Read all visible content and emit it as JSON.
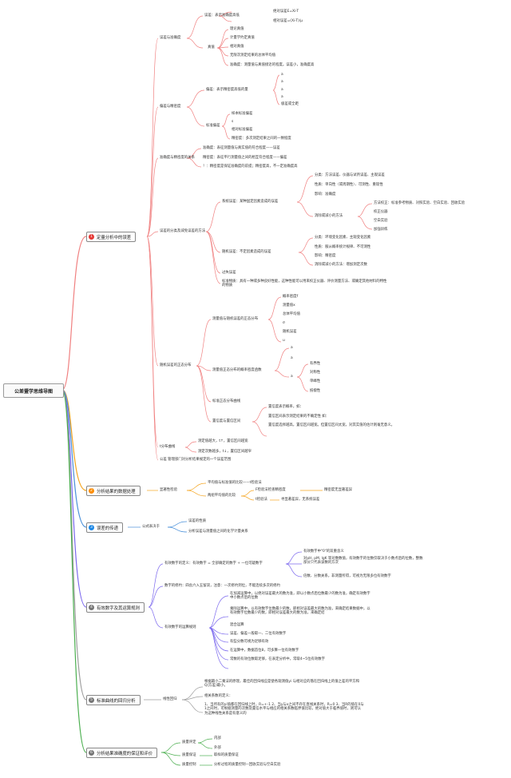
{
  "root": "公差暨学思维导图",
  "branches": [
    {
      "num": "1",
      "label": "定量分析中的误差",
      "color": "#e53935"
    },
    {
      "num": "2",
      "label": "分析结果的数据处理",
      "color": "#fb8c00"
    },
    {
      "num": "3",
      "label": "误差的传递",
      "color": "#1e88e5"
    },
    {
      "num": "4",
      "label": "有效数字及其运算规则",
      "color": "#757575"
    },
    {
      "num": "5",
      "label": "标准曲线的回归分析",
      "color": "#757575"
    },
    {
      "num": "6",
      "label": "分析结果准确度的保证和评价",
      "color": "#757575"
    }
  ],
  "colors": {
    "c1": "#f08080",
    "c2": "#f5a623",
    "c3": "#4a90d9",
    "c4": "#7b68ee",
    "c5": "#9e9e9e",
    "c6": "#4caf50",
    "grey": "#bdbdbd"
  },
  "s1": {
    "a": "误差与准确度",
    "a1": "误差：表示准确度高低",
    "a1a": "绝对误差E=Xi-T",
    "a1b": "相对误差=(Xi-T)/μ",
    "a2": "真值",
    "a2a": "理论真值",
    "a2b": "计量学约定真值",
    "a2c": "相对真值",
    "a2d": "无限次测定结果的总体平均值",
    "a2e": "准确度：测量值与真值接近的程度。误差小，准确度高",
    "b": "偏差与精密度",
    "b1": "偏差：表示精密度高低的量",
    "b2": "标准偏差",
    "b1a": "a",
    "b1b": "a",
    "b1c": "a",
    "b1d": "a",
    "b1e": "极差或全距",
    "b2a": "样本标准偏差",
    "b2b": "s",
    "b2c": "相对标准偏差",
    "b2d": "精密度：多次测定结果之间的一致程度",
    "c": "准确度与精密度的关系",
    "c1": "准确度：表征测量值与真实值的符合程度——误差",
    "c2": "精密度：表征平行测量值之间的相互符合程度——偏差",
    "c3": "！：精密度是保证准确度的前提；精密度高，不一定准确度高",
    "d": "误差的分类及减免误差的方法",
    "d1": "系统误差：某种固定因素造成的误差",
    "d1a": "分类：方法误差、仪器与试剂误差、主观误差",
    "d1b": "性质：单向性（或周期性）、可测性、重现性",
    "d1c": "影响：准确度",
    "d1d": "消除或减小的方法",
    "d1d1": "方法校正：标准参考物质、对照实验、空白实验、回收实验",
    "d1d2": "校正仪器",
    "d1d3": "空白实验",
    "d1d4": "加强训练",
    "d2": "随机误差：不定因素造成的误差",
    "d2a": "分类：环境变化因素、主观变化因素",
    "d2b": "性质：服从概率统计规律、不可测性",
    "d2c": "影响：精密度",
    "d2d": "消除或减小的方法：增加测定次数",
    "d3": "过失误差",
    "d4": "标准物质：具有一种或多种良好性能，这种性能可以用来校正仪器、评价测量方法、或确定其他材料的特性的物质",
    "e": "随机误差的正态分布",
    "e1": "测量值与随机误差的正态分布",
    "e1a": "概率密度f",
    "e1b": "测量值x",
    "e1c": "总体平均值",
    "e1d": "σ",
    "e1e": "随机误差",
    "e1f": "u",
    "e2": "测量值正态分布的概率密度函数",
    "e2a": "a",
    "e2b": "a",
    "e2c": "a",
    "e2c1": "有界性",
    "e2c2": "对称性",
    "e2c3": "单峰性",
    "e2c4": "抵偿性",
    "e3": "标准正态分布曲线",
    "e4": "置信度与置信区间",
    "e4a": "置信度表示概率，如：",
    "e4b": "置信区间表示测定结果的不确定性 如：",
    "e4c": "置信度选择越高，置信区间越宽。但置信区间太宽，对其实值的估计则毫无意义。",
    "f": "t分布曲线",
    "f1": "测定值越大，t↑，置信区间越宽",
    "f2": "测定次数越多，t↓，置信区间越窄",
    "g": "公差 管理部门对分析结果规定的一个误差范围"
  },
  "s2": {
    "a": "显著性检验",
    "a1": "平均值与标准值的比较——t检验法",
    "a2": "两组平均值的比较",
    "a2a": "F检验法检查精密度",
    "a2a1": "精密度无显著差异",
    "a2b": "t检验法",
    "a2b1": "寻显著差异，无系统误差"
  },
  "s3": {
    "a": "公式表决于",
    "a1": "误差的性质",
    "a2": "分析误差与测量值之间的化学计量关系"
  },
  "s4": {
    "a": "有效数字的定义：有效数字 = 全部确定的数字 + 一位可疑数字",
    "a1": "有效数字中\"0\"的双重含义",
    "a2": "对pH, pM, lgK 等对数数值，有效数字的位数仅取决于小数点后的位数，整数部分只代表该数的方次",
    "a3": "倍数、分数关系，非测量所得，可视为无限多位有效数字",
    "b": "数字的修约：四舍六入五留双，注意：一次修约到位，不能连续多次的修约",
    "c": "有效数字的运算规则",
    "c1": "在加减运算中，以绝对误差最大的数为准，即以小数点后位数最少的数为准，确定有效数字中小数点后的位数",
    "c2": "乘除运算中，以有效数字位数最少的数，即相对误差最大的数为准，来确定结果数据中，以有效数字位数最少的数，即相对误差最大的数为准，来确定结",
    "c3": "混合运算",
    "c4": "误差、偏差一般取一、二位有效数字",
    "c5": "有些分数可视为足够有效",
    "c6": "在运算中，数据首位8，可多算一位有效数字",
    "c7": "常数的有效位数取足够，在表定分析中，常取4~5位有效数字"
  },
  "s5": {
    "a": "线性回归",
    "a1": "根据最小二乘法的原理，最佳的回归线应是使各观测值yi 与相对应的落在回归线上的值之差的平方和Q(方差)最小。",
    "a2": "相关系数的定义：",
    "a3": "1、当所有的yi值都在回归线上时，R=+-1 2、当y与x之间不存在直线关系时，R=0 3、当R的值在0与1之间时，可根据测量的次数及置信水平与相应的相关系数临界值比较，绝对值大于临界值时，则可认为这种线性关系是有意义的"
  },
  "s6": {
    "a": "质量评定",
    "a1": "内部",
    "a2": "外部",
    "b": "质量保证",
    "b1": "取样的质量保证",
    "c": "质量控制",
    "c1": "分析过程的质量控制—回收实验与空白实验"
  }
}
